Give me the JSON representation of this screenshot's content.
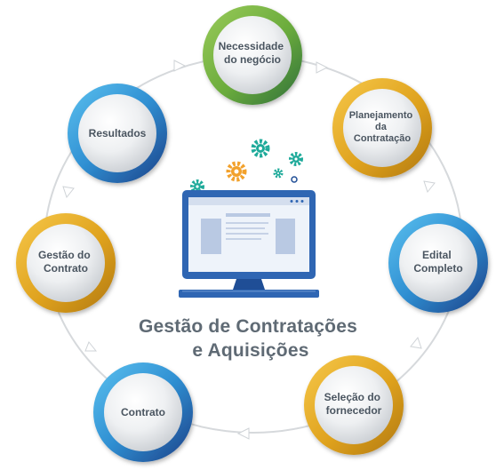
{
  "title": {
    "line1": "Gestão de Contratações",
    "line2": "e Aquisições"
  },
  "nodes": [
    {
      "id": "necessidade",
      "lines": [
        "Necessidade",
        "do negócio"
      ],
      "ring": "green"
    },
    {
      "id": "planejamento",
      "lines": [
        "Planejamento",
        "da",
        "Contratação"
      ],
      "ring": "gold"
    },
    {
      "id": "edital",
      "lines": [
        "Edital",
        "Completo"
      ],
      "ring": "blue"
    },
    {
      "id": "selecao",
      "lines": [
        "Seleção do",
        "fornecedor"
      ],
      "ring": "gold"
    },
    {
      "id": "contrato",
      "lines": [
        "Contrato"
      ],
      "ring": "blue"
    },
    {
      "id": "gestao",
      "lines": [
        "Gestão do",
        "Contrato"
      ],
      "ring": "gold"
    },
    {
      "id": "resultados",
      "lines": [
        "Resultados"
      ],
      "ring": "blue"
    }
  ],
  "icons": [
    "monitor-icon",
    "gear-icon"
  ],
  "colors": {
    "green": "#7ab648",
    "gold": "#e4a922",
    "blue": "#3a9bd9",
    "navy": "#1f4e96",
    "monitor": "#2f66b3",
    "teal_gear": "#1eaa9a",
    "orange_gear": "#f2a12c",
    "text": "#4a5560",
    "title": "#5f6a74"
  }
}
